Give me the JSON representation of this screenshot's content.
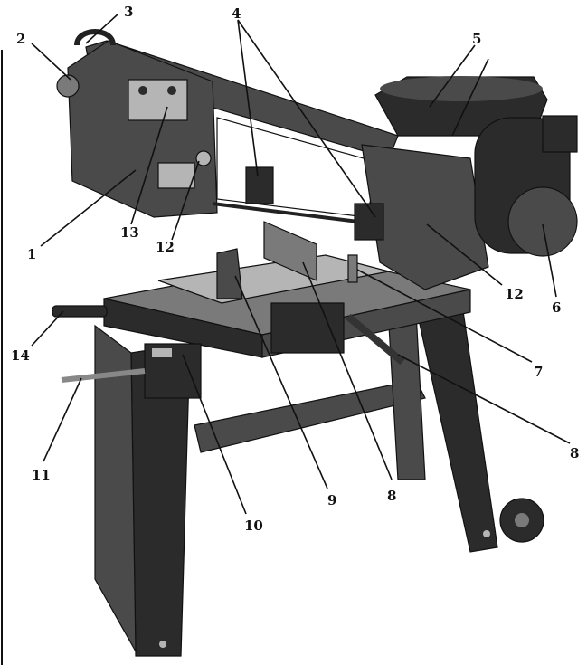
{
  "callouts": [
    {
      "id": "1",
      "label": "1"
    },
    {
      "id": "2",
      "label": "2"
    },
    {
      "id": "3",
      "label": "3"
    },
    {
      "id": "4",
      "label": "4"
    },
    {
      "id": "5",
      "label": "5"
    },
    {
      "id": "6",
      "label": "6"
    },
    {
      "id": "7",
      "label": "7"
    },
    {
      "id": "8a",
      "label": "8"
    },
    {
      "id": "8b",
      "label": "8"
    },
    {
      "id": "9",
      "label": "9"
    },
    {
      "id": "10",
      "label": "10"
    },
    {
      "id": "11",
      "label": "11"
    },
    {
      "id": "12a",
      "label": "12"
    },
    {
      "id": "12b",
      "label": "12"
    },
    {
      "id": "13",
      "label": "13"
    },
    {
      "id": "14",
      "label": "14"
    }
  ],
  "colors": {
    "background": "#ffffff",
    "ink": "#111111",
    "metal_dark": "#2b2b2b",
    "metal_mid": "#4a4a4a",
    "metal_light": "#7a7a7a"
  }
}
